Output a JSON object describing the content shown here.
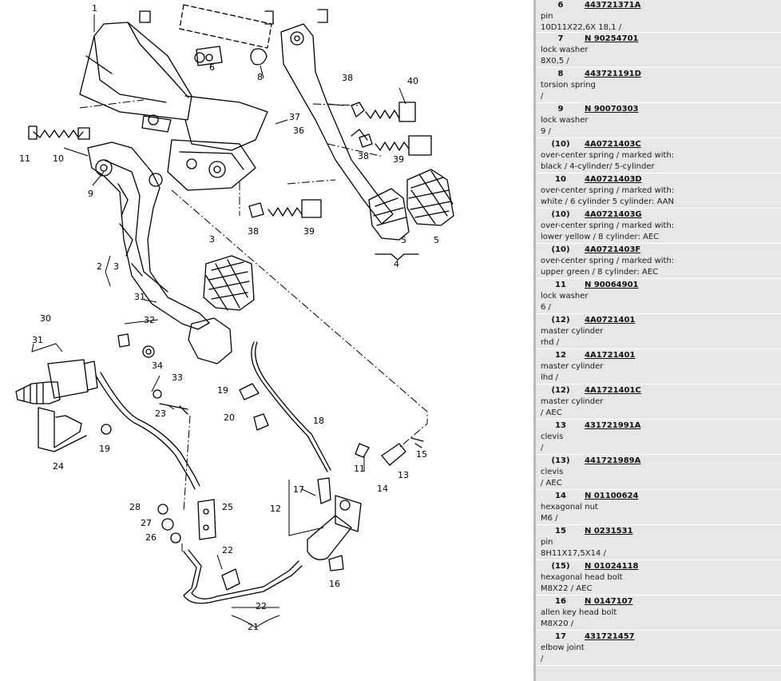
{
  "diagram": {
    "callouts": [
      "1",
      "3",
      "6",
      "8",
      "37",
      "36",
      "38",
      "40",
      "38",
      "39",
      "11",
      "10",
      "9",
      "3",
      "2",
      "3",
      "31",
      "38",
      "39",
      "5",
      "5",
      "4",
      "30",
      "31",
      "32",
      "34",
      "33",
      "23",
      "19",
      "24",
      "19",
      "20",
      "18",
      "17",
      "12",
      "11",
      "13",
      "15",
      "14",
      "28",
      "27",
      "26",
      "25",
      "22",
      "22",
      "21",
      "16"
    ]
  },
  "parts": [
    {
      "pos": "6",
      "number": "443721371A",
      "description": "pin",
      "spec": "10D11X22,6X 18,1 /"
    },
    {
      "pos": "7",
      "number": "N 90254701",
      "description": "lock washer",
      "spec": "8X0,5 /"
    },
    {
      "pos": "8",
      "number": "443721191D",
      "description": "torsion spring",
      "spec": "/"
    },
    {
      "pos": "9",
      "number": "N 90070303",
      "description": "lock washer",
      "spec": "9 /"
    },
    {
      "pos": "(10)",
      "number": "4A0721403C",
      "description": "over-center spring / marked with:",
      "spec": "black / 4-cylinder/ 5-cylinder"
    },
    {
      "pos": "10",
      "number": "4A0721403D",
      "description": "over-center spring / marked with:",
      "spec": "white / 6 cylinder 5 cylinder: AAN"
    },
    {
      "pos": "(10)",
      "number": "4A0721403G",
      "description": "over-center spring / marked with:",
      "spec": "lower yellow / 8 cylinder: AEC"
    },
    {
      "pos": "(10)",
      "number": "4A0721403F",
      "description": "over-center spring / marked with:",
      "spec": "upper green / 8 cylinder: AEC"
    },
    {
      "pos": "11",
      "number": "N 90064901",
      "description": "lock washer",
      "spec": "6 /"
    },
    {
      "pos": "(12)",
      "number": "4A0721401",
      "description": "master cylinder",
      "spec": "rhd /"
    },
    {
      "pos": "12",
      "number": "4A1721401",
      "description": "master cylinder",
      "spec": "lhd /"
    },
    {
      "pos": "(12)",
      "number": "4A1721401C",
      "description": "master cylinder",
      "spec": "/ AEC"
    },
    {
      "pos": "13",
      "number": "431721991A",
      "description": "clevis",
      "spec": "/"
    },
    {
      "pos": "(13)",
      "number": "441721989A",
      "description": "clevis",
      "spec": "/ AEC"
    },
    {
      "pos": "14",
      "number": "N 01100624",
      "description": "hexagonal nut",
      "spec": "M6 /"
    },
    {
      "pos": "15",
      "number": "N 0231531",
      "description": "pin",
      "spec": "8H11X17,5X14 /"
    },
    {
      "pos": "(15)",
      "number": "N 01024118",
      "description": "hexagonal head bolt",
      "spec": "M8X22 / AEC"
    },
    {
      "pos": "16",
      "number": "N 0147107",
      "description": "allen key head bolt",
      "spec": "M8X20 /"
    },
    {
      "pos": "17",
      "number": "431721457",
      "description": "elbow joint",
      "spec": "/"
    }
  ]
}
